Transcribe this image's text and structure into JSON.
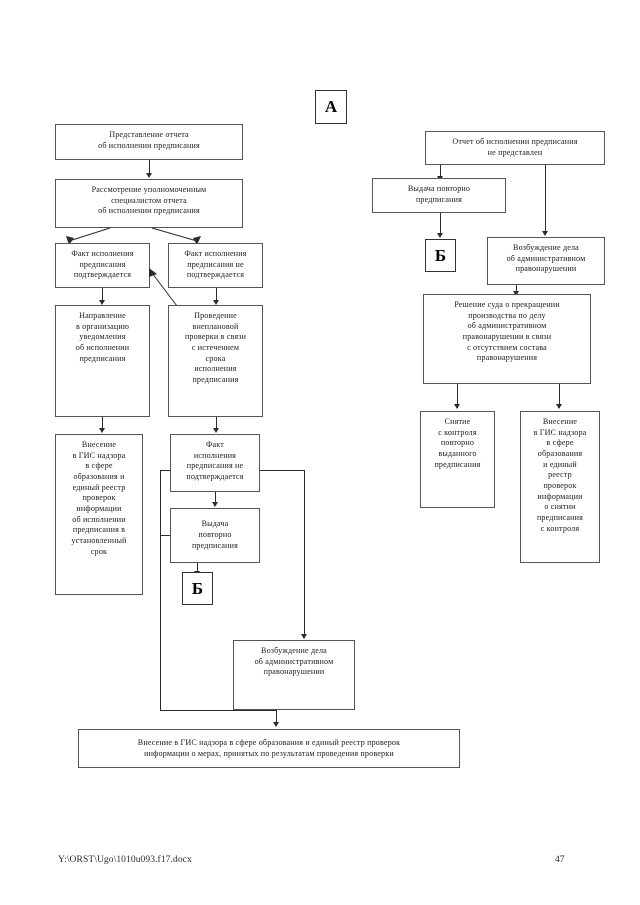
{
  "document": {
    "footer_path": "Y:\\ORST\\Ugo\\1010u093.f17.docx",
    "page_number": "47"
  },
  "markers": {
    "a": "А",
    "b_right": "Б",
    "b_left": "Б"
  },
  "chart_data": {
    "type": "diagram",
    "title": "",
    "nodes": [
      {
        "id": "n1",
        "label": "Представление отчета\nоб исполнении предписания"
      },
      {
        "id": "n2",
        "label": "Рассмотрение уполномоченным\nспециалистом отчета\nоб исполнении предписания"
      },
      {
        "id": "n3",
        "label": "Факт исполнения\nпредписания\nподтверждается"
      },
      {
        "id": "n4",
        "label": "Факт исполнения\nпредписания не\nподтверждается"
      },
      {
        "id": "n5",
        "label": "Направление\nв организацию\nуведомления\nоб исполнении\nпредписания"
      },
      {
        "id": "n6",
        "label": "Проведение\nвнеплановой\nпроверки в связи\nс истечением\nсрока\nисполнения\nпредписания"
      },
      {
        "id": "n7",
        "label": "Внесение\nв ГИС надзора\nв сфере\nобразования и\nединый реестр\nпроверок\nинформации\nоб исполнении\nпредписания в\nустановленный\nсрок"
      },
      {
        "id": "n8",
        "label": "Факт\nисполнения\nпредписания не\nподтверждается"
      },
      {
        "id": "n9",
        "label": "Выдача\nповторно\nпредписания"
      },
      {
        "id": "n10",
        "label": "Возбуждение дела\nоб административном\nправонарушении"
      },
      {
        "id": "n11",
        "label": "Внесение в ГИС надзора в сфере образования и единый реестр проверок\nинформации о мерах, принятых по результатам проведения проверки"
      },
      {
        "id": "n12",
        "label": "Отчет об исполнении предписания\nне представлен"
      },
      {
        "id": "n13",
        "label": "Выдача повторно\nпредписания"
      },
      {
        "id": "n14",
        "label": "Возбуждение дела\nоб административном\nправонарушении"
      },
      {
        "id": "n15",
        "label": "Решение суда о прекращении\nпроизводства по делу\nоб административном\nправонарушении в связи\nс отсутствием состава\nправонарушения"
      },
      {
        "id": "n16",
        "label": "Снятие\nс контроля\nповторно\nвыданного\nпредписания"
      },
      {
        "id": "n17",
        "label": "Внесение\nв ГИС надзора\nв сфере\nобразования\nи единый\nреестр\nпроверок\nинформации\nо снятии\nпредписания\nс контроля"
      }
    ],
    "edges": [
      {
        "from": "n1",
        "to": "n2"
      },
      {
        "from": "n2",
        "to": "n3"
      },
      {
        "from": "n2",
        "to": "n4"
      },
      {
        "from": "n3",
        "to": "n5"
      },
      {
        "from": "n4",
        "to": "n6"
      },
      {
        "from": "n6",
        "to": "n3"
      },
      {
        "from": "n5",
        "to": "n7"
      },
      {
        "from": "n6",
        "to": "n8"
      },
      {
        "from": "n8",
        "to": "n9"
      },
      {
        "from": "n9",
        "to": "b_left"
      },
      {
        "from": "n8",
        "to": "n10"
      },
      {
        "from": "n10",
        "to": "n11"
      },
      {
        "from": "n12",
        "to": "n13"
      },
      {
        "from": "n12",
        "to": "n14"
      },
      {
        "from": "n13",
        "to": "b_right"
      },
      {
        "from": "n14",
        "to": "n15"
      },
      {
        "from": "n15",
        "to": "n16"
      },
      {
        "from": "n15",
        "to": "n17"
      }
    ]
  },
  "boxes": {
    "n1": "Представление отчета<br>об исполнении предписания",
    "n2": "Рассмотрение уполномоченным<br>специалистом отчета<br>об исполнении предписания",
    "n3": "Факт исполнения<br>предписания<br>подтверждается",
    "n4": "Факт исполнения<br>предписания не<br>подтверждается",
    "n5": "Направление<br>в организацию<br>уведомления<br>об исполнении<br>предписания",
    "n6": "Проведение<br>внеплановой<br>проверки в связи<br>с истечением<br>срока<br>исполнения<br>предписания",
    "n7": "Внесение<br>в ГИС надзора<br>в сфере<br>образования и<br>единый реестр<br>проверок<br>информации<br>об исполнении<br>предписания в<br>установленный<br>срок",
    "n8": "Факт<br>исполнения<br>предписания не<br>подтверждается",
    "n9": "Выдача<br>повторно<br>предписания",
    "n10": "Возбуждение дела<br>об административном<br>правонарушении",
    "n11": "Внесение в ГИС надзора в сфере образования и единый реестр проверок<br>информации о мерах, принятых по результатам проведения проверки",
    "n12": "Отчет об исполнении предписания<br>не представлен",
    "n13": "Выдача повторно<br>предписания",
    "n14": "Возбуждение дела<br>об административном<br>правонарушении",
    "n15": "Решение суда о прекращении<br>производства по делу<br>об административном<br>правонарушении в связи<br>с отсутствием состава<br>правонарушения",
    "n16": "Снятие<br>с контроля<br>повторно<br>выданного<br>предписания",
    "n17": "Внесение<br>в ГИС надзора<br>в сфере<br>образования<br>и единый<br>реестр<br>проверок<br>информации<br>о снятии<br>предписания<br>с контроля"
  }
}
